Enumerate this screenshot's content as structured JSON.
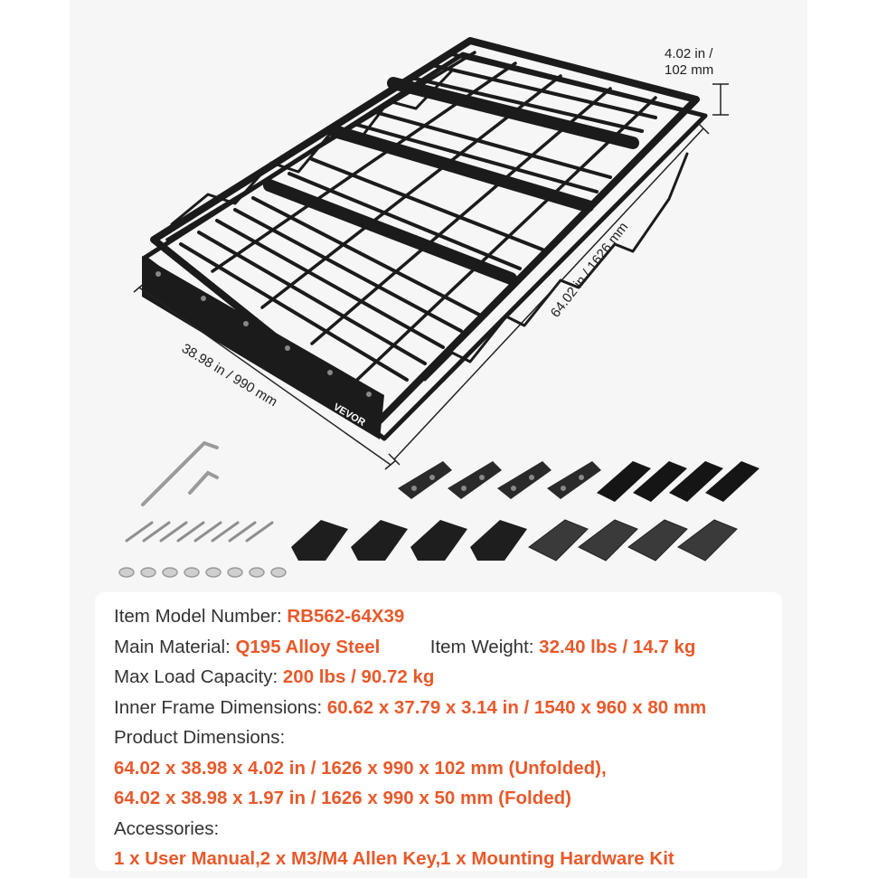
{
  "dimensions": {
    "height_label": "4.02 in /",
    "height_label_2": "102 mm",
    "length_label": "64.02 in / 1626 mm",
    "width_label": "38.98 in / 990 mm"
  },
  "brand": "VEVOR",
  "specs": {
    "model": {
      "label": "Item Model Number:",
      "value": "RB562-64X39"
    },
    "material": {
      "label": "Main Material:",
      "value": "Q195 Alloy Steel"
    },
    "weight": {
      "label": "Item Weight:",
      "value": "32.40 lbs / 14.7 kg"
    },
    "load": {
      "label": "Max Load Capacity:",
      "value": "200 lbs / 90.72 kg"
    },
    "inner": {
      "label": "Inner Frame Dimensions:",
      "value": "60.62 x 37.79 x 3.14 in / 1540 x 960 x 80 mm"
    },
    "product": {
      "label": "Product Dimensions:",
      "unfolded": "64.02 x 38.98 x 4.02 in / 1626 x 990 x 102 mm (Unfolded),",
      "folded": "64.02 x 38.98 x 1.97 in / 1626 x 990 x 50 mm (Folded)"
    },
    "accessories": {
      "label": "Accessories:",
      "value": "1 x User Manual,2 x M3/M4 Allen Key,1 x Mounting Hardware Kit"
    }
  },
  "colors": {
    "accent": "#e8592a",
    "text": "#333333",
    "rack": "#1b1b1b",
    "panel": "#f6f6f6"
  }
}
